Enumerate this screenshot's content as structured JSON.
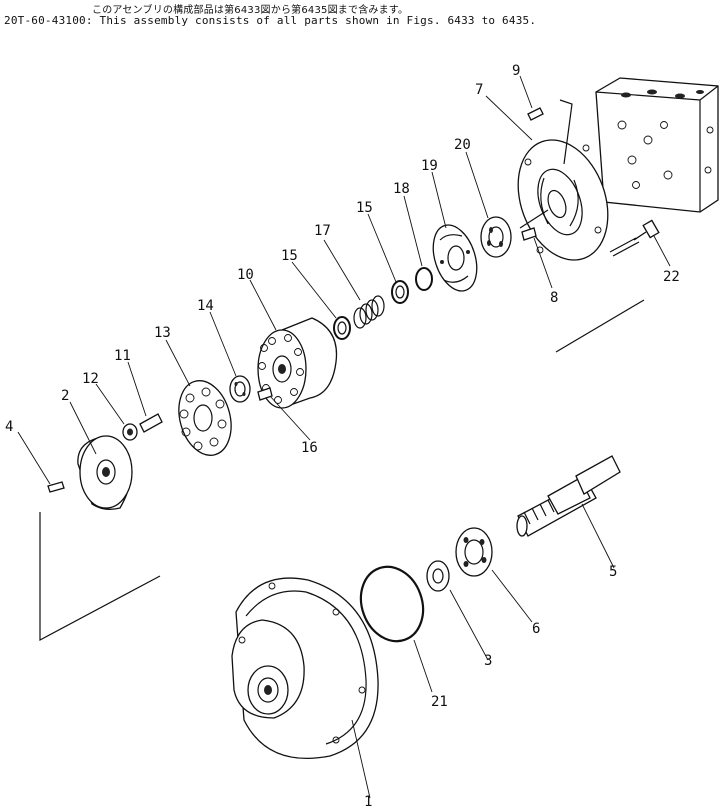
{
  "header": {
    "japanese_note": "このアセンブリの構成部品は第6433図から第6435図まで含みます。",
    "english_note": "20T-60-43100: This assembly consists of all parts shown in Figs. 6433 to 6435."
  },
  "callouts": [
    {
      "id": "1",
      "text": "1"
    },
    {
      "id": "2",
      "text": "2"
    },
    {
      "id": "3",
      "text": "3"
    },
    {
      "id": "4",
      "text": "4"
    },
    {
      "id": "5",
      "text": "5"
    },
    {
      "id": "6",
      "text": "6"
    },
    {
      "id": "7",
      "text": "7"
    },
    {
      "id": "8",
      "text": "8"
    },
    {
      "id": "9",
      "text": "9"
    },
    {
      "id": "10",
      "text": "10"
    },
    {
      "id": "11",
      "text": "11"
    },
    {
      "id": "12",
      "text": "12"
    },
    {
      "id": "13",
      "text": "13"
    },
    {
      "id": "14",
      "text": "14"
    },
    {
      "id": "15a",
      "text": "15"
    },
    {
      "id": "15b",
      "text": "15"
    },
    {
      "id": "16",
      "text": "16"
    },
    {
      "id": "17",
      "text": "17"
    },
    {
      "id": "18",
      "text": "18"
    },
    {
      "id": "19",
      "text": "19"
    },
    {
      "id": "20",
      "text": "20"
    },
    {
      "id": "21",
      "text": "21"
    },
    {
      "id": "22",
      "text": "22"
    }
  ]
}
